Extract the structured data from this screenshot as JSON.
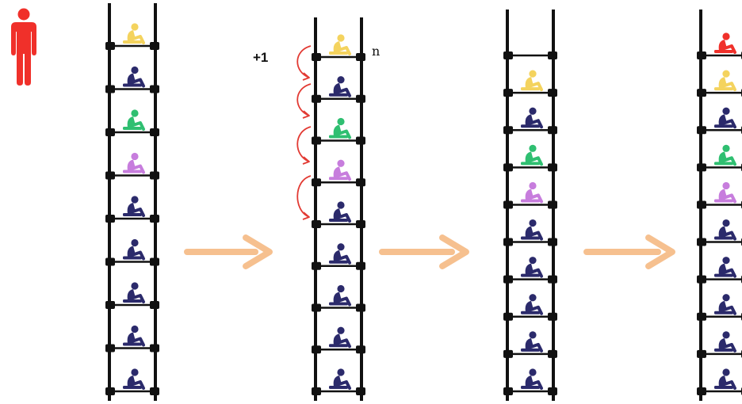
{
  "labels": {
    "increment": "+1",
    "top_index": "n"
  },
  "colors": {
    "person": "#f0302a",
    "rail": "#111111",
    "arrow": "#f6c08f",
    "shift_arrow": "#e23a33",
    "passengers": {
      "yellow": "#f4d35e",
      "navy": "#2b2a6b",
      "green": "#2fbf71",
      "violet": "#c77ddd",
      "red": "#f0302a"
    }
  },
  "stages": [
    {
      "id": "initial",
      "seats": [
        "yellow",
        "navy",
        "green",
        "violet",
        "navy",
        "navy",
        "navy",
        "navy",
        "navy"
      ]
    },
    {
      "id": "shifting",
      "seats": [
        "yellow",
        "navy",
        "green",
        "violet",
        "navy",
        "navy",
        "navy",
        "navy",
        "navy"
      ]
    },
    {
      "id": "shifted",
      "seats": [
        "empty",
        "yellow",
        "navy",
        "green",
        "violet",
        "navy",
        "navy",
        "navy",
        "navy",
        "navy"
      ]
    },
    {
      "id": "inserted",
      "seats": [
        "red",
        "yellow",
        "navy",
        "green",
        "violet",
        "navy",
        "navy",
        "navy",
        "navy",
        "navy"
      ]
    }
  ],
  "icons": [
    "standing-person-icon",
    "seated-passenger-icon",
    "curved-arrow-icon",
    "right-arrow-icon"
  ]
}
